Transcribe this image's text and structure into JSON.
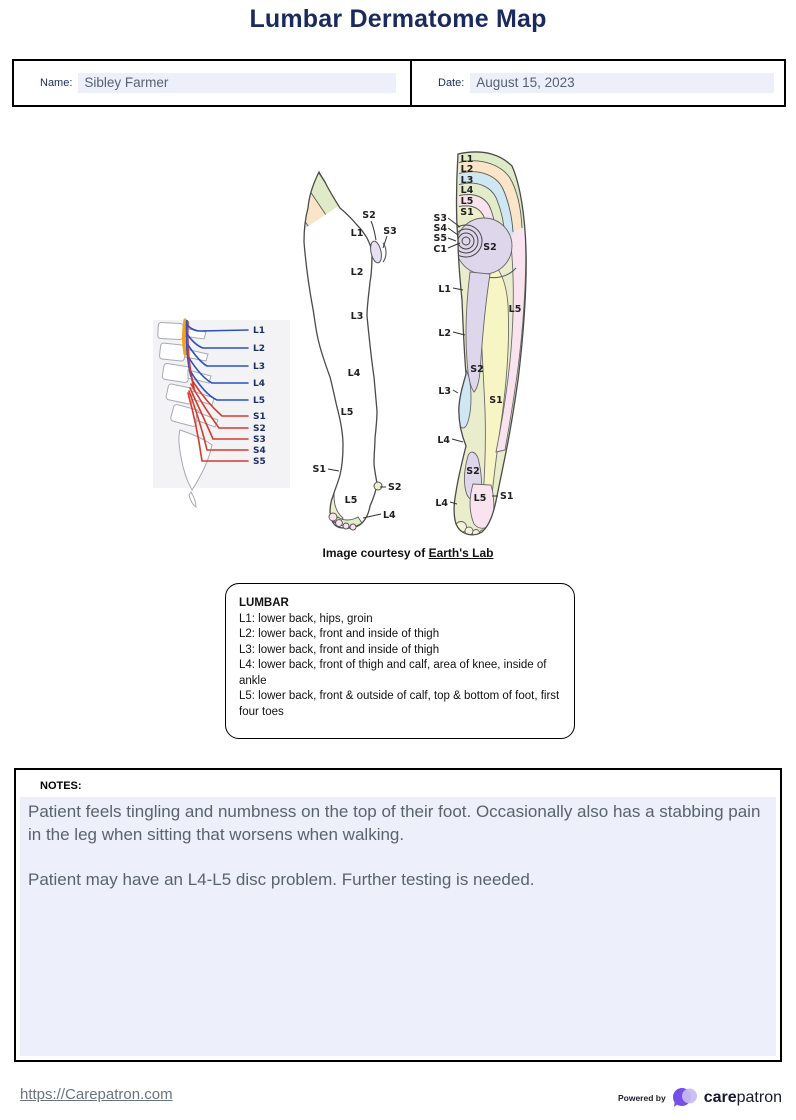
{
  "title": "Lumbar Dermatome Map",
  "form": {
    "name_label": "Name:",
    "name_value": "Sibley Farmer",
    "date_label": "Date:",
    "date_value": "August 15, 2023"
  },
  "diagram": {
    "spine": {
      "labels": [
        "L1",
        "L2",
        "L3",
        "L4",
        "L5",
        "S1",
        "S2",
        "S3",
        "S4",
        "S5"
      ]
    },
    "front": {
      "labels": [
        "S2",
        "S3",
        "L1",
        "L2",
        "L3",
        "L4",
        "L5",
        "S1",
        "L5",
        "S2",
        "L4"
      ]
    },
    "back": {
      "top_labels": [
        "L1",
        "L2",
        "L3",
        "L4",
        "L5",
        "S1"
      ],
      "labels": [
        "S3",
        "S4",
        "S5",
        "C1",
        "S2",
        "L1",
        "L2",
        "L3",
        "L4",
        "L5",
        "S2",
        "S1",
        "S2",
        "L4",
        "L5",
        "S1"
      ]
    },
    "caption_prefix": "Image courtesy of ",
    "caption_link": "Earth's Lab",
    "palette": {
      "band_green": "#dfeac6",
      "band_peach": "#fbe5c8",
      "band_blue": "#cfe6f3",
      "band_cream": "#eaeec9",
      "band_pink": "#f8e3ee",
      "band_lavender": "#ded7eb",
      "band_yellow": "#f7f5c4",
      "nerve_blue": "#2a52c0",
      "nerve_red": "#d63b2f",
      "nerve_orange": "#f6a11e"
    }
  },
  "info_box": {
    "heading": "LUMBAR",
    "lines": [
      "L1: lower back, hips, groin",
      "L2: lower back, front and inside of thigh",
      "L3: lower back, front and inside of thigh",
      "L4: lower back, front of thigh and calf, area of knee, inside of ankle",
      "L5: lower back, front & outside of calf, top & bottom of foot, first four toes"
    ]
  },
  "notes": {
    "label": "NOTES:",
    "paragraphs": [
      "Patient feels tingling and numbness on the top of their foot. Occasionally also has a stabbing pain in the leg when sitting that worsens when walking.",
      "Patient may have an L4-L5 disc problem. Further testing is needed."
    ]
  },
  "footer": {
    "link": "https://Carepatron.com",
    "powered_by": "Powered by",
    "brand_bold": "care",
    "brand_regular": "patron",
    "brand_purple": "#7450e9",
    "brand_purple_light": "#c9bcf0"
  },
  "colors": {
    "title_navy": "#1b2a5e",
    "field_background": "#edf0fb",
    "notes_text": "#5a626e"
  }
}
